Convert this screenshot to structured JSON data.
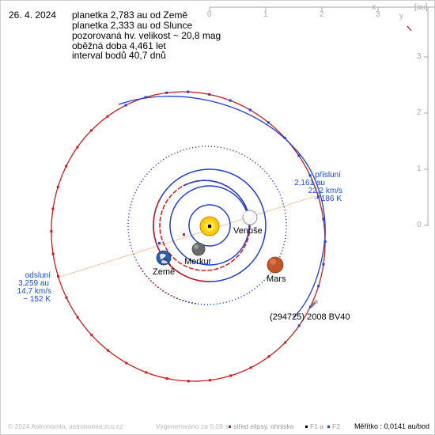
{
  "date": "26. 4. 2024",
  "info_lines": [
    "planetka 2,783 au od Země",
    "planetka 2,333 au od Slunce",
    "pozorovaná hv. velikost ~ 20,8 mag",
    "oběžná doba 4,461 let",
    "interval bodů 40,7 dnů"
  ],
  "top_axis": {
    "label_x": "x",
    "unit": "[au]",
    "ticks": [
      "0",
      "1",
      "2",
      "3"
    ]
  },
  "right_axis": {
    "label_y": "y",
    "ticks": [
      "3",
      "2",
      "1",
      "0"
    ]
  },
  "labels": {
    "venus": "Venuše",
    "mercury": "Merkur",
    "earth": "Země",
    "mars": "Mars",
    "asteroid": "(294725) 2008 BV40"
  },
  "perihelion": {
    "title": "přísluní",
    "distance": "2,161 au",
    "speed": "22,2 km/s",
    "temp": "~ 186 K"
  },
  "aphelion": {
    "title": "odsluní",
    "distance": "3,259 au",
    "speed": "14,7 km/s",
    "temp": "~ 152 K"
  },
  "footer": {
    "copyright": "© 2024 Astronomia, astronomia.zcu.cz",
    "generated": "Vygenerováno za 0,09 s",
    "legend_center": "střed elipsy, ohniska",
    "legend_f1": "F1 a",
    "legend_f2": "F2",
    "scale": "Měřítko : 0,0141 au/bod"
  },
  "colors": {
    "orbit_blue": "#1f3fd0",
    "orbit_red": "#cc1a1a",
    "axis_gray": "#a8a8a8",
    "apsis_line": "#f2b89a",
    "label_blue": "#1a49d8"
  }
}
